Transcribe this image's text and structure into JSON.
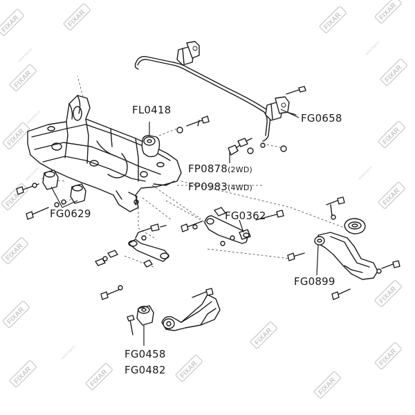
{
  "watermark": {
    "brand": "FIXAR",
    "url": "www.fixar.lu"
  },
  "labels": {
    "fl0418": "FL0418",
    "fg0658": "FG0658",
    "fp0878_code": "FP0878",
    "fp0878_note": "(2WD)",
    "fp0983_code": "FP0983",
    "fp0983_note": "(4WD)",
    "fg0629": "FG0629",
    "fg0362": "FG0362",
    "fg0899": "FG0899",
    "fg0458": "FG0458",
    "fg0482": "FG0482"
  }
}
